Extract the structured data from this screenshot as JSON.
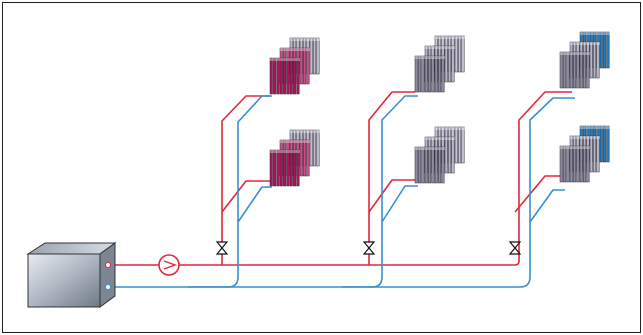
{
  "colors": {
    "supply_line": "#e0283a",
    "return_line": "#3a8fd0",
    "frame": "#222222",
    "boiler_face": "#b9c1cc",
    "valve": "#111111"
  },
  "icons": {
    "boiler": "boiler-unit-icon",
    "pump": "circulation-pump-icon",
    "valve": "balancing-valve-icon",
    "radiator": "radiator-stack-icon"
  },
  "circuits": [
    {
      "id": "circuit-1",
      "radiator_tint": [
        "#b0125a",
        "#d64a8a",
        "#c0bccc"
      ]
    },
    {
      "id": "circuit-2",
      "radiator_tint": [
        "#8e8aa0",
        "#b9b6c8",
        "#c6c3d4"
      ]
    },
    {
      "id": "circuit-3",
      "radiator_tint": [
        "#8e8aa0",
        "#b9b6c8",
        "#1d7fc4"
      ]
    }
  ],
  "radiators_per_circuit": 2,
  "panels_per_stack": 3
}
